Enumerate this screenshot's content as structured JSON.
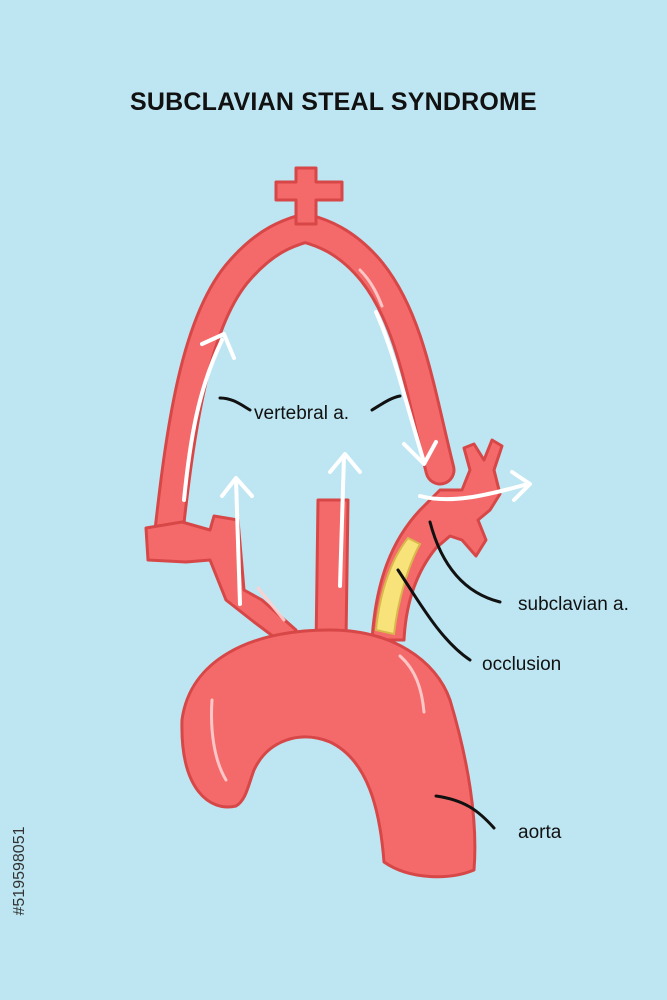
{
  "title": "SUBCLAVIAN STEAL SYNDROME",
  "labels": {
    "vertebral": "vertebral a.",
    "subclavian": "subclavian a.",
    "occlusion": "occlusion",
    "aorta": "aorta"
  },
  "watermark_id": "#519598051",
  "colors": {
    "background": "#bde6f2",
    "artery_fill": "#f46a6a",
    "artery_outline": "#d84747",
    "occlusion": "#f8e27a",
    "arrow": "#ffffff",
    "leader_line": "#111111"
  }
}
